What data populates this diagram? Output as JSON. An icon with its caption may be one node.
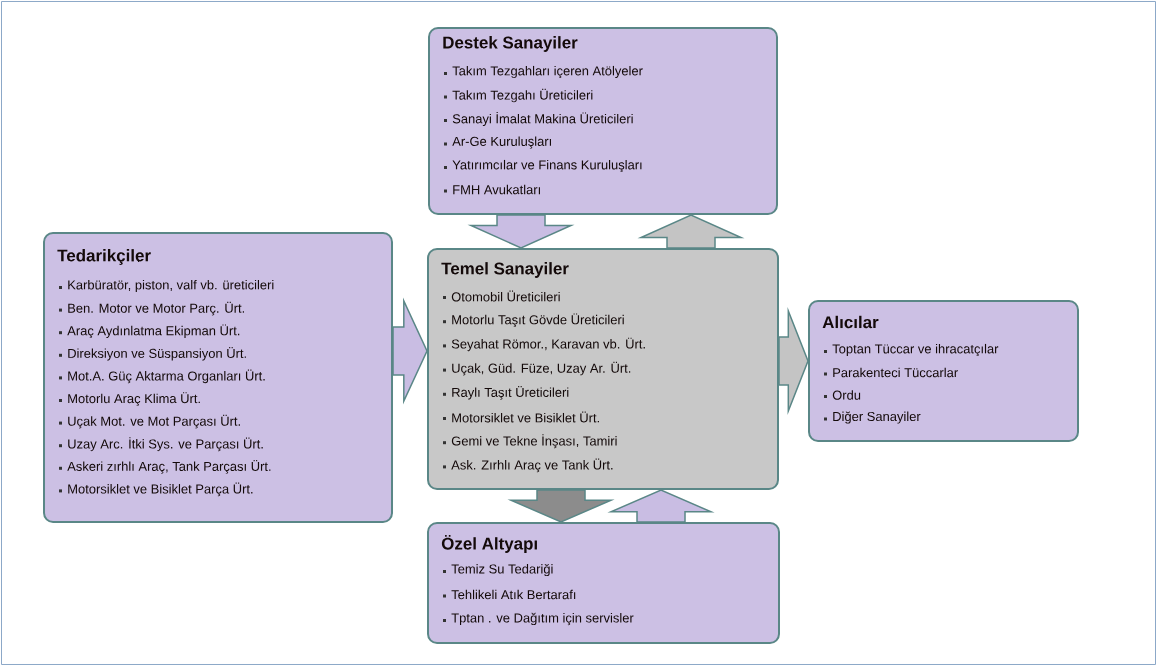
{
  "diagram": {
    "nodes": [
      {
        "text": [
          "Destek Sanayiler",
          "Takım Tezgahları içeren Atölyeler",
          "Takım Tezgahı Üreticileri",
          "Sanayi İmalat Makina Üreticileri",
          "Ar-Ge Kuruluşları",
          "Yatırımcılar ve Finans Kuruluşları",
          "FMH Avukatları"
        ]
      },
      {
        "text": [
          "Tedarikçiler",
          "Karbüratör, piston, valf vb. üreticileri",
          "Ben. Motor ve Motor Parç. Ürt.",
          "Araç Aydınlatma Ekipman Ürt.",
          "Direksiyon ve Süspansiyon Ürt.",
          "Mot.A. Güç Aktarma Organları Ürt.",
          "Motorlu Araç Klima Ürt.",
          "Uçak Mot. ve Mot Parçası Ürt.",
          "Uzay Arc. İtki Sys. ve Parçası Ürt.",
          "Askeri zırhlı Araç, Tank Parçası Ürt.",
          "Motorsiklet ve Bisiklet Parça Ürt."
        ]
      },
      {
        "text": [
          "Temel Sanayiler",
          "Otomobil Üreticileri",
          "Motorlu Taşıt Gövde Üreticileri",
          "Seyahat Römor., Karavan vb. Ürt.",
          "Uçak, Güd. Füze, Uzay Ar. Ürt.",
          "Raylı Taşıt Üreticileri",
          "Motorsiklet ve Bisiklet Ürt.",
          "Gemi ve Tekne İnşası, Tamiri",
          "Ask. Zırhlı Araç ve Tank Ürt."
        ]
      },
      {
        "text": [
          "Alıcılar",
          "Toptan Tüccar ve ihracatçılar",
          "Parakenteci Tüccarlar",
          "Ordu",
          "Diğer Sanayiler"
        ]
      },
      {
        "text": [
          "Özel Altyapı",
          "Temiz Su Tedariği",
          "Tehlikeli Atık Bertarafı",
          "Tptan . ve Dağıtım için servisler"
        ]
      }
    ],
    "edges": [
      {
        "from": 0,
        "to": 2,
        "arrow": "to",
        "color": "#c9bde3"
      },
      {
        "from": 2,
        "to": 0,
        "arrow": "to",
        "color": "#c4c4c4"
      },
      {
        "from": 1,
        "to": 2,
        "arrow": "to",
        "color": "#c9bde3"
      },
      {
        "from": 2,
        "to": 3,
        "arrow": "to",
        "color": "#c4c4c4"
      },
      {
        "from": 2,
        "to": 4,
        "arrow": "to",
        "color": "#8c8c8c"
      },
      {
        "from": 4,
        "to": 2,
        "arrow": "to",
        "color": "#c9bde3"
      }
    ]
  }
}
